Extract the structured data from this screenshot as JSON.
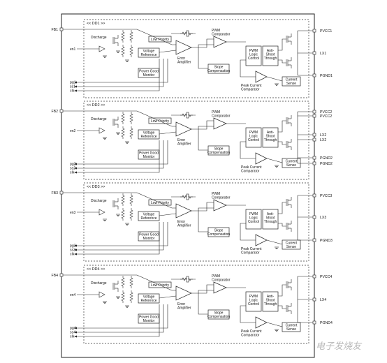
{
  "blocks": [
    {
      "title": "<< DD1 >>",
      "fb": "FB1",
      "en": "en1",
      "inputs": [
        "pg1",
        "ss1",
        "clk"
      ],
      "right_pins": [
        "PVCC1",
        "LX1",
        "PGND1"
      ]
    },
    {
      "title": "<< DD2 >>",
      "fb": "FB2",
      "en": "en2",
      "inputs": [
        "pg2",
        "ss2",
        "clk"
      ],
      "right_pins": [
        "PVCC2",
        "PVCC2",
        "LX2",
        "LX2",
        "PGND2",
        "PGND2"
      ]
    },
    {
      "title": "<< DD3 >>",
      "fb": "FB3",
      "en": "en3",
      "inputs": [
        "pg3",
        "ss3",
        "clk"
      ],
      "right_pins": [
        "PVCC3",
        "LX3",
        "PGND3"
      ]
    },
    {
      "title": "<< DD4 >>",
      "fb": "FB4",
      "en": "en4",
      "inputs": [
        "pg4",
        "ss4",
        "clk"
      ],
      "right_pins": [
        "PVCC4",
        "LX4",
        "PGND4"
      ]
    }
  ],
  "block_labels": {
    "discharge": "Discharge",
    "low_priority": "Low Priority",
    "voltage_reference": [
      "Voltage",
      "Reference"
    ],
    "power_good_monitor": [
      "Power Good",
      "Monitor"
    ],
    "error_amplifier": [
      "Error",
      "Amplifier"
    ],
    "pwm_comparator": [
      "PWM",
      "Comparator"
    ],
    "pwm_logic_control": [
      "PWM",
      "Logic",
      "Control"
    ],
    "anti_shoot_through": [
      "Anti-",
      "Shoot",
      "Through"
    ],
    "slope_compensation": [
      "Slope",
      "Compensation"
    ],
    "current_sense": [
      "Current",
      "Sense"
    ],
    "peak_current_comparator": [
      "Peak Current",
      "Comparator"
    ]
  },
  "watermark": "电子发烧友"
}
